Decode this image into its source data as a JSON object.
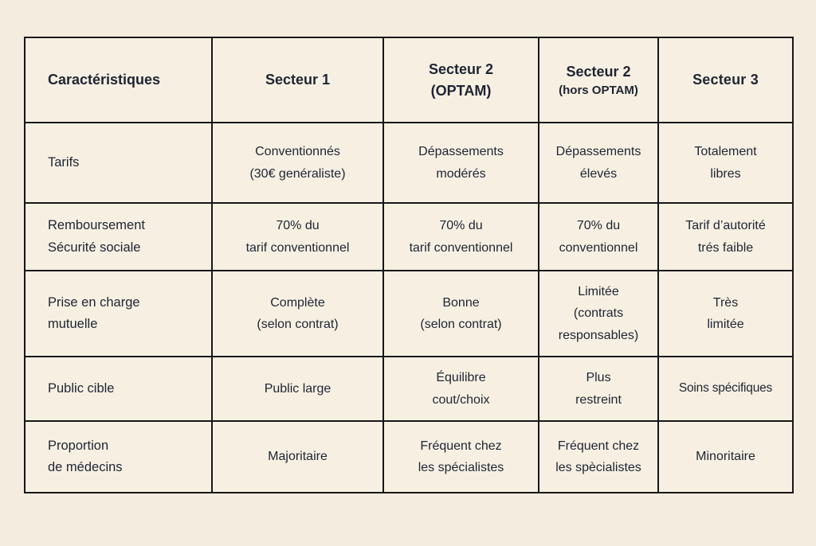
{
  "style": {
    "page_bg": "#f4ecdf",
    "table_bg": "#f7f0e2",
    "border_color": "#171717",
    "text_color": "#1e2433"
  },
  "table": {
    "headers": [
      {
        "title": "Caractéristiques",
        "subtitle": ""
      },
      {
        "title": "Secteur 1",
        "subtitle": ""
      },
      {
        "title": "Secteur 2",
        "subtitle": "(OPTAM)"
      },
      {
        "title": "Secteur 2",
        "subtitle": "(hors OPTAM)"
      },
      {
        "title": "Secteur 3",
        "subtitle": ""
      }
    ],
    "rows": [
      {
        "label": "Tarifs",
        "cells": [
          "Conventionnés\n(30€ genéraliste)",
          "Dépassements\nmodérés",
          "Dépassements\nélevés",
          "Totalement\nlibres"
        ]
      },
      {
        "label": "Remboursement\nSécurité sociale",
        "cells": [
          "70% du\ntarif conventionnel",
          "70% du\ntarif conventionnel",
          "70% du\nconventionnel",
          "Tarif d’autorité\ntrés faible"
        ]
      },
      {
        "label": "Prise en charge\nmutuelle",
        "cells": [
          "Complète\n(selon contrat)",
          "Bonne\n(selon contrat)",
          "Limitée\n(contrats\nresponsables)",
          "Très\nlimitée"
        ]
      },
      {
        "label": "Public cible",
        "cells": [
          "Public large",
          "Équilibre\ncout/choix",
          "Plus\nrestreint",
          "Soins spécifiques"
        ]
      },
      {
        "label": "Proportion\nde médecins",
        "cells": [
          "Majoritaire",
          "Fréquent chez\nles spécialistes",
          "Fréquent chez\nles spècialistes",
          "Minoritaire"
        ]
      }
    ]
  }
}
